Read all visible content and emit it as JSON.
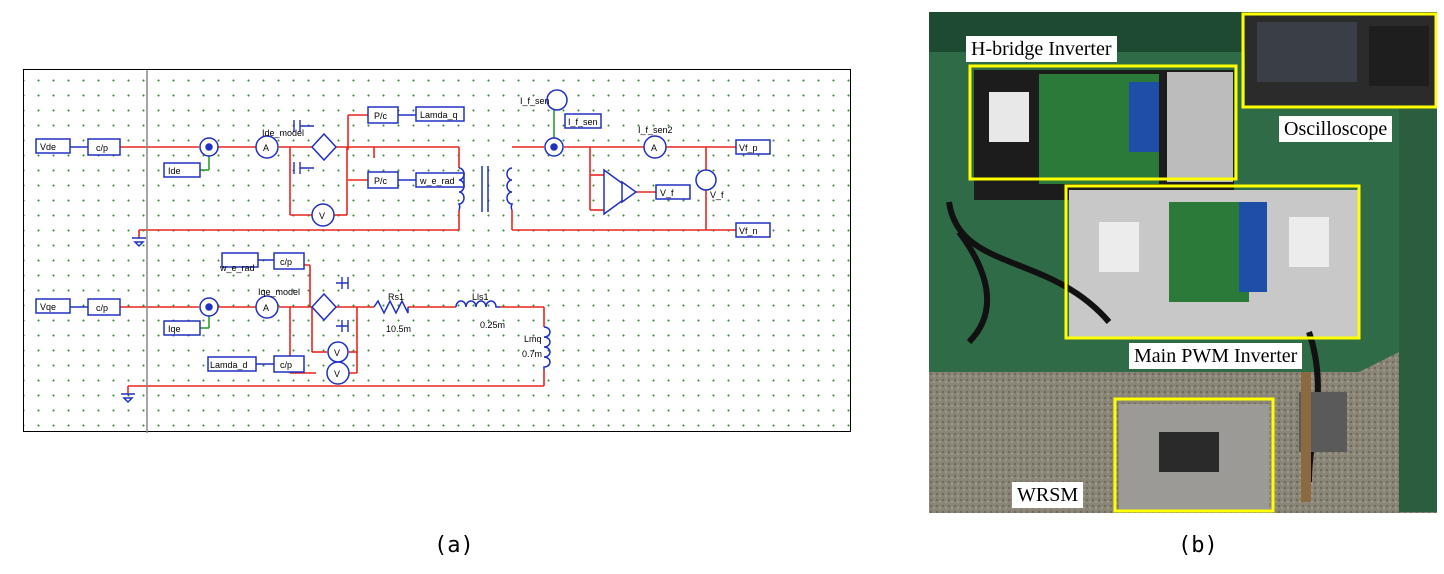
{
  "captions": {
    "a": "(a)",
    "b": "(b)"
  },
  "schematic": {
    "vde": "Vde",
    "vqe": "Vqe",
    "ide": "Ide",
    "iqe": "Iqe",
    "cp": "c/p",
    "pc": "P/c",
    "ide_model": "Ide_model",
    "iqe_model": "Iqe_model",
    "lamda_q": "Lamda_q",
    "lamda_d": "Lamda_d",
    "w_e_rad": "w_e_rad",
    "w_e_rad_2": "w_e_rad",
    "i_f_sen": "I_f_sen",
    "i_f_sen_box": "I_f_sen",
    "i_f_sen2": "I_f_sen2",
    "v_f": "V_f",
    "v_f_meter": "V_f",
    "vf_p": "Vf_p",
    "vf_n": "Vf_n",
    "rs1": "Rs1",
    "rs1_val": "10.5m",
    "lls1": "Lls1",
    "lls1_val": "0.25m",
    "lmq": "Lmq",
    "lmq_val": "0.7m",
    "amm": "A",
    "volt": "V"
  },
  "photo": {
    "hbridge": "H-bridge Inverter",
    "osc": "Oscilloscope",
    "main": "Main PWM Inverter",
    "wrsm": "WRSM",
    "highlight": "#ffff00"
  }
}
